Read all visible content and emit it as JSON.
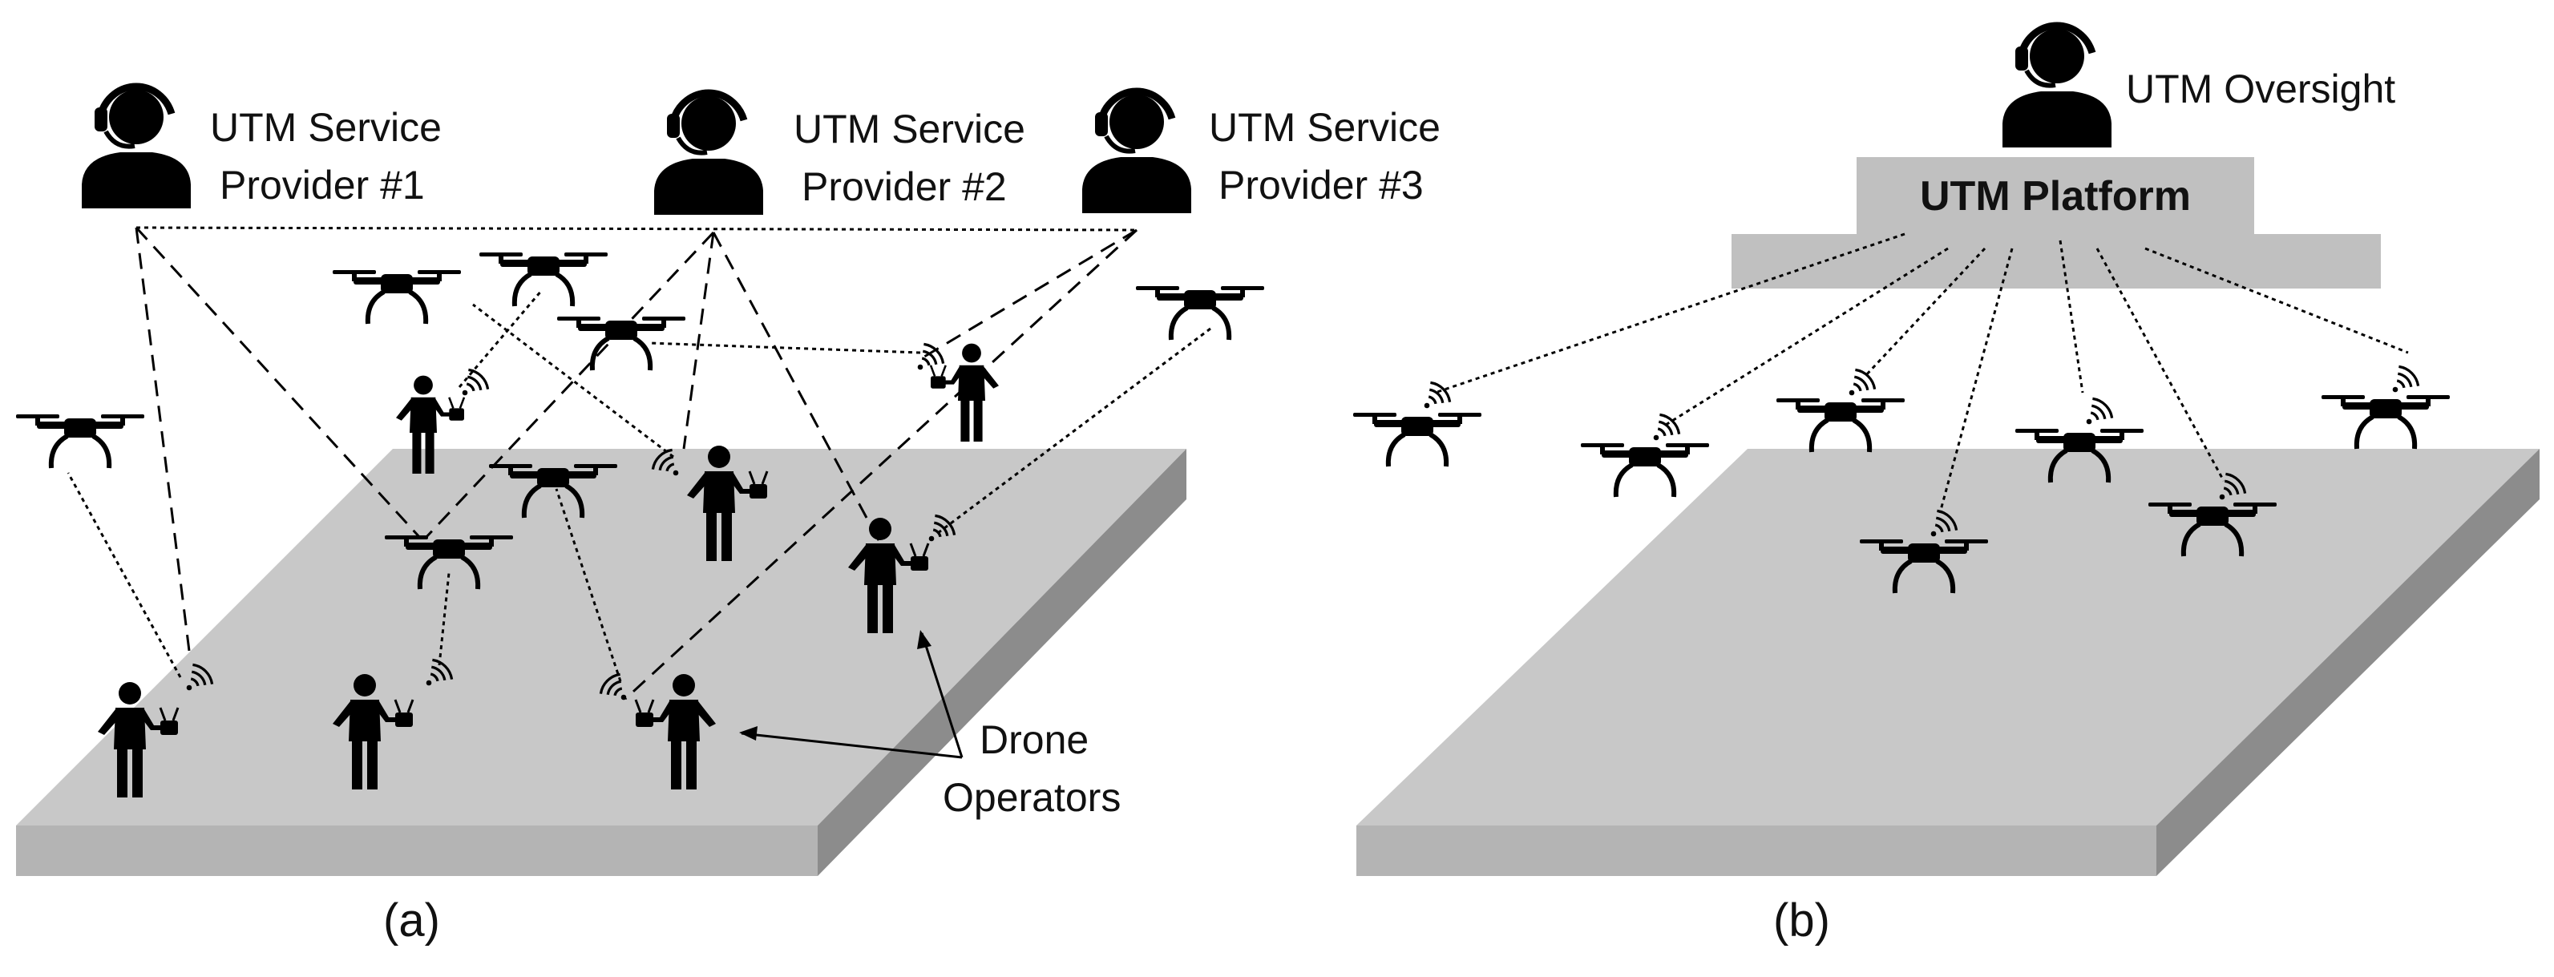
{
  "panels": {
    "a": {
      "caption": "(a)",
      "providers": [
        {
          "line1": "UTM Service",
          "line2": "Provider #1"
        },
        {
          "line1": "UTM Service",
          "line2": "Provider #2"
        },
        {
          "line1": "UTM Service",
          "line2": "Provider #3"
        }
      ],
      "operators_label": {
        "line1": "Drone",
        "line2": "Operators"
      }
    },
    "b": {
      "caption": "(b)",
      "oversight_label": "UTM Oversight",
      "platform_label": "UTM Platform"
    }
  },
  "colors": {
    "slab_top": "#c8c8c8",
    "slab_front": "#b4b4b4",
    "slab_side": "#8c8c8c",
    "platform": "#c0c0c0",
    "icon": "#000000"
  },
  "icons": [
    "headset-operator-icon",
    "drone-icon",
    "person-with-controller-icon",
    "wifi-signal-icon"
  ]
}
